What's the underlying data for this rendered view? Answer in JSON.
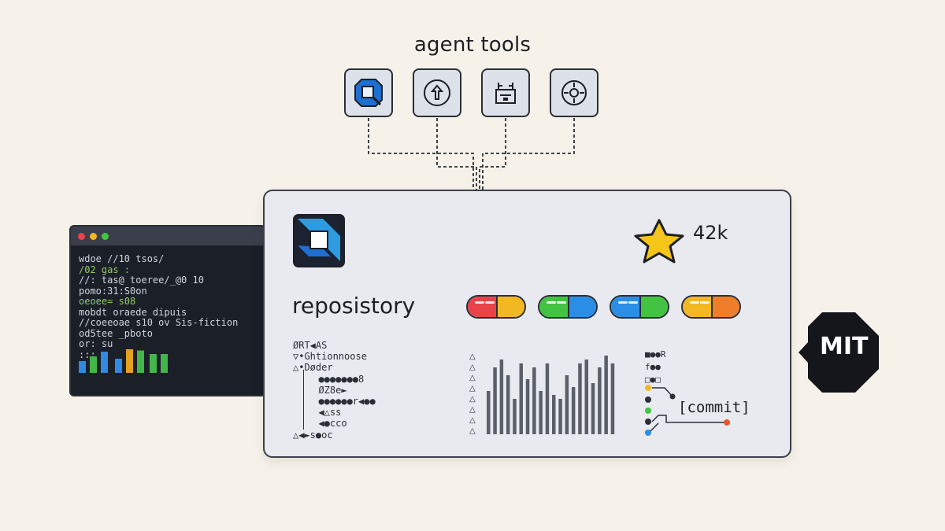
{
  "title": "agent tools",
  "tools": [
    {
      "icon": "search-tool-icon"
    },
    {
      "icon": "upload-tool-icon"
    },
    {
      "icon": "package-tool-icon"
    },
    {
      "icon": "settings-tool-icon"
    }
  ],
  "terminal": {
    "lines": [
      {
        "text": "wdoe //10 tsos/",
        "color": "#cfd3da"
      },
      {
        "text": "/02 gas :",
        "color": "#8fcf62"
      },
      {
        "text": "//: tas@ toeree/_@0 10",
        "color": "#cfd3da"
      },
      {
        "text": "pomo:31:S0on",
        "color": "#cfd3da"
      },
      {
        "text": "oeoee= s08",
        "color": "#8fcf62"
      },
      {
        "text": "mobdt oraede dipuis",
        "color": "#cfd3da"
      },
      {
        "text": "//coeeoae s10 ov Sis-fiction",
        "color": "#cfd3da"
      },
      {
        "text": "od5tee _pboto",
        "color": "#cfd3da"
      },
      {
        "text": "or: su",
        "color": "#cfd3da"
      },
      {
        "text": ":::",
        "color": "#cfd3da"
      }
    ],
    "bars": [
      {
        "value": 0.5,
        "color": "#2f8ae0"
      },
      {
        "value": 0.7,
        "color": "#43b54a"
      },
      {
        "value": 0.9,
        "color": "#2f8ae0"
      },
      {
        "value": 0.6,
        "color": "#2f8ae0"
      },
      {
        "value": 1.0,
        "color": "#e3a21f"
      },
      {
        "value": 0.95,
        "color": "#43b54a"
      },
      {
        "value": 0.8,
        "color": "#43b54a"
      },
      {
        "value": 0.8,
        "color": "#43b54a"
      }
    ]
  },
  "repository": {
    "label": "reposistory",
    "stars": "42k",
    "pills": [
      {
        "left": "#e9434a",
        "right": "#f2b824"
      },
      {
        "left": "#43c342",
        "right": "#2b8ee6"
      },
      {
        "left": "#2b8ee6",
        "right": "#43c342"
      },
      {
        "left": "#f2b824",
        "right": "#f07d2a"
      }
    ],
    "tree": [
      "ØRT◀AS",
      "▽•Ghtionnoose",
      "△•Døder",
      "  ●●●●●●●8",
      "  ØZ8e►",
      "  ●●●●●●r◀●●",
      "  ◀△ss",
      "  ◀●cco",
      "△◀►s●oc"
    ],
    "histogram": [
      0.55,
      0.85,
      0.95,
      0.75,
      0.45,
      0.9,
      0.7,
      0.85,
      0.55,
      0.9,
      0.5,
      0.45,
      0.75,
      0.6,
      0.9,
      0.95,
      0.65,
      0.85,
      1.0,
      0.9
    ],
    "commit_label": "[commit]"
  },
  "license": "MIT",
  "colors": {
    "background": "#f6f2e9",
    "panel": "#e8eaf0",
    "terminal": "#1b1f28",
    "star": "#f5c518",
    "license_badge": "#14161b"
  }
}
